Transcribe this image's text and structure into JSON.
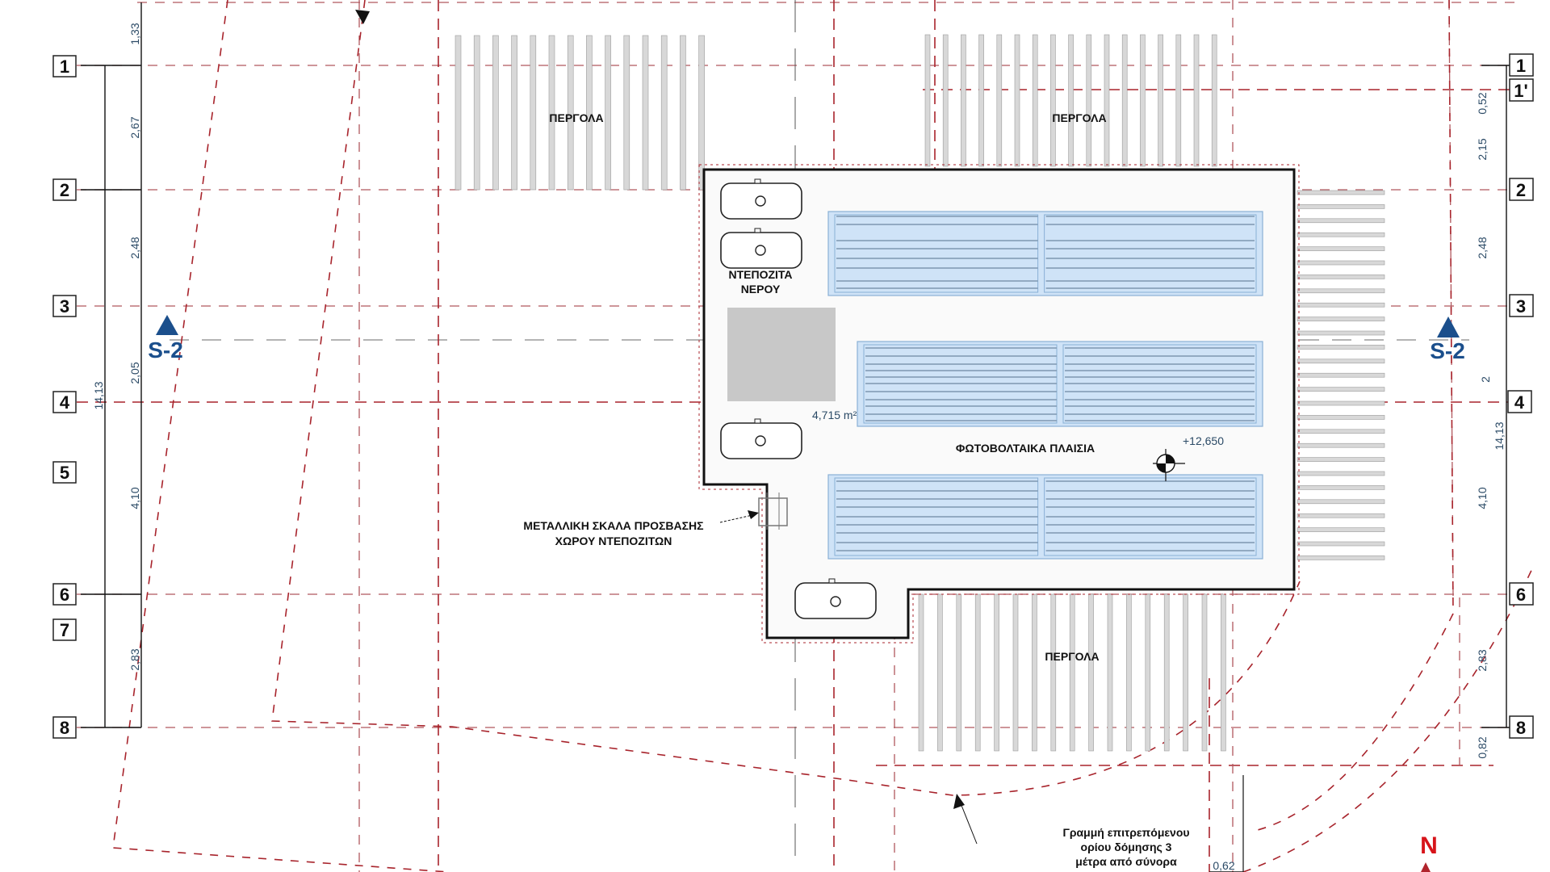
{
  "drawing": {
    "axes_left": [
      "1",
      "2",
      "3",
      "4",
      "5",
      "6",
      "7",
      "8"
    ],
    "axes_right": [
      "1",
      "1'",
      "2",
      "3",
      "4",
      "6",
      "8"
    ],
    "left_dimensions": [
      "1,33",
      "2,67",
      "2,48",
      "2,05",
      "4,10",
      "2,83"
    ],
    "left_total": "14,13",
    "right_dimensions": [
      "0,52",
      "2,15",
      "2,48",
      "2",
      "4,10",
      "2,83",
      "0,82"
    ],
    "right_total": "14,13",
    "bottom_dimension": "0,62",
    "section_marker": "S-2",
    "labels": {
      "pergola_top_left": "ΠΕΡΓΟΛΑ",
      "pergola_top_right": "ΠΕΡΓΟΛΑ",
      "pergola_bottom": "ΠΕΡΓΟΛΑ",
      "water_tanks_line1": "ΝΤΕΠΟΖΙΤΑ",
      "water_tanks_line2": "ΝΕΡΟΥ",
      "pv_panels": "ΦΩΤΟΒΟΛΤΑΙΚΑ ΠΛΑΙΣΙΑ",
      "area": "4,715 m²",
      "elevation": "+12,650",
      "stair_line1": "ΜΕΤΑΛΛΙΚΗ ΣΚΑΛΑ ΠΡΟΣΒΑΣΗΣ",
      "stair_line2": "ΧΩΡΟΥ ΝΤΕΠΟΖΙΤΩΝ",
      "setback_line1": "Γραμμή επιτρεπόμενου",
      "setback_line2": "ορίου δόμησης 3",
      "setback_line3": "μέτρα από σύνορα",
      "north": "N"
    },
    "colors": {
      "grid": "#a8242c",
      "pv_fill": "#cfe3f7",
      "section": "#1b4f8c",
      "north": "#d7141a"
    }
  }
}
